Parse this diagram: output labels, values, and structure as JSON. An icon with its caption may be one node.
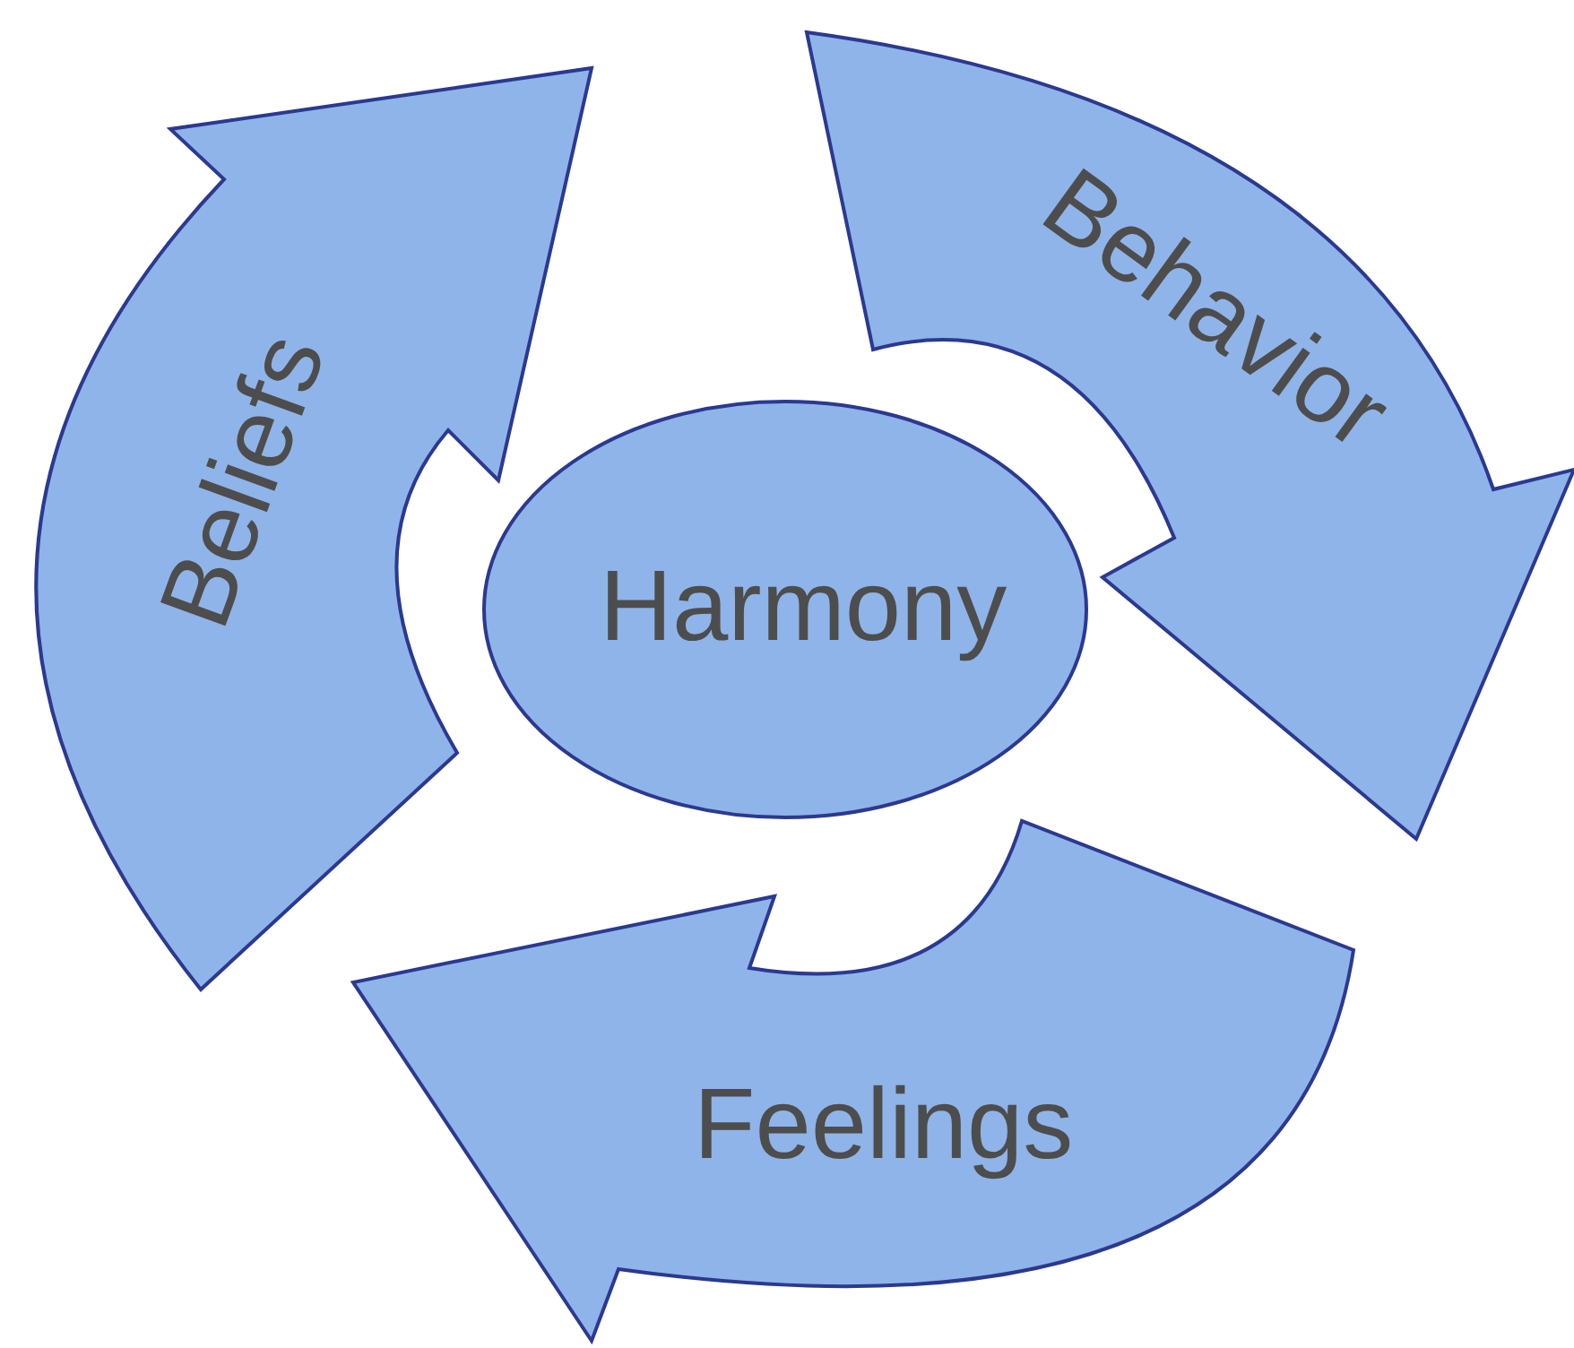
{
  "diagram": {
    "nodes": [
      {
        "text": [
          "Beliefs"
        ]
      },
      {
        "text": [
          "Behavior"
        ]
      },
      {
        "text": [
          "Harmony"
        ]
      },
      {
        "text": [
          "Feelings"
        ]
      }
    ]
  }
}
